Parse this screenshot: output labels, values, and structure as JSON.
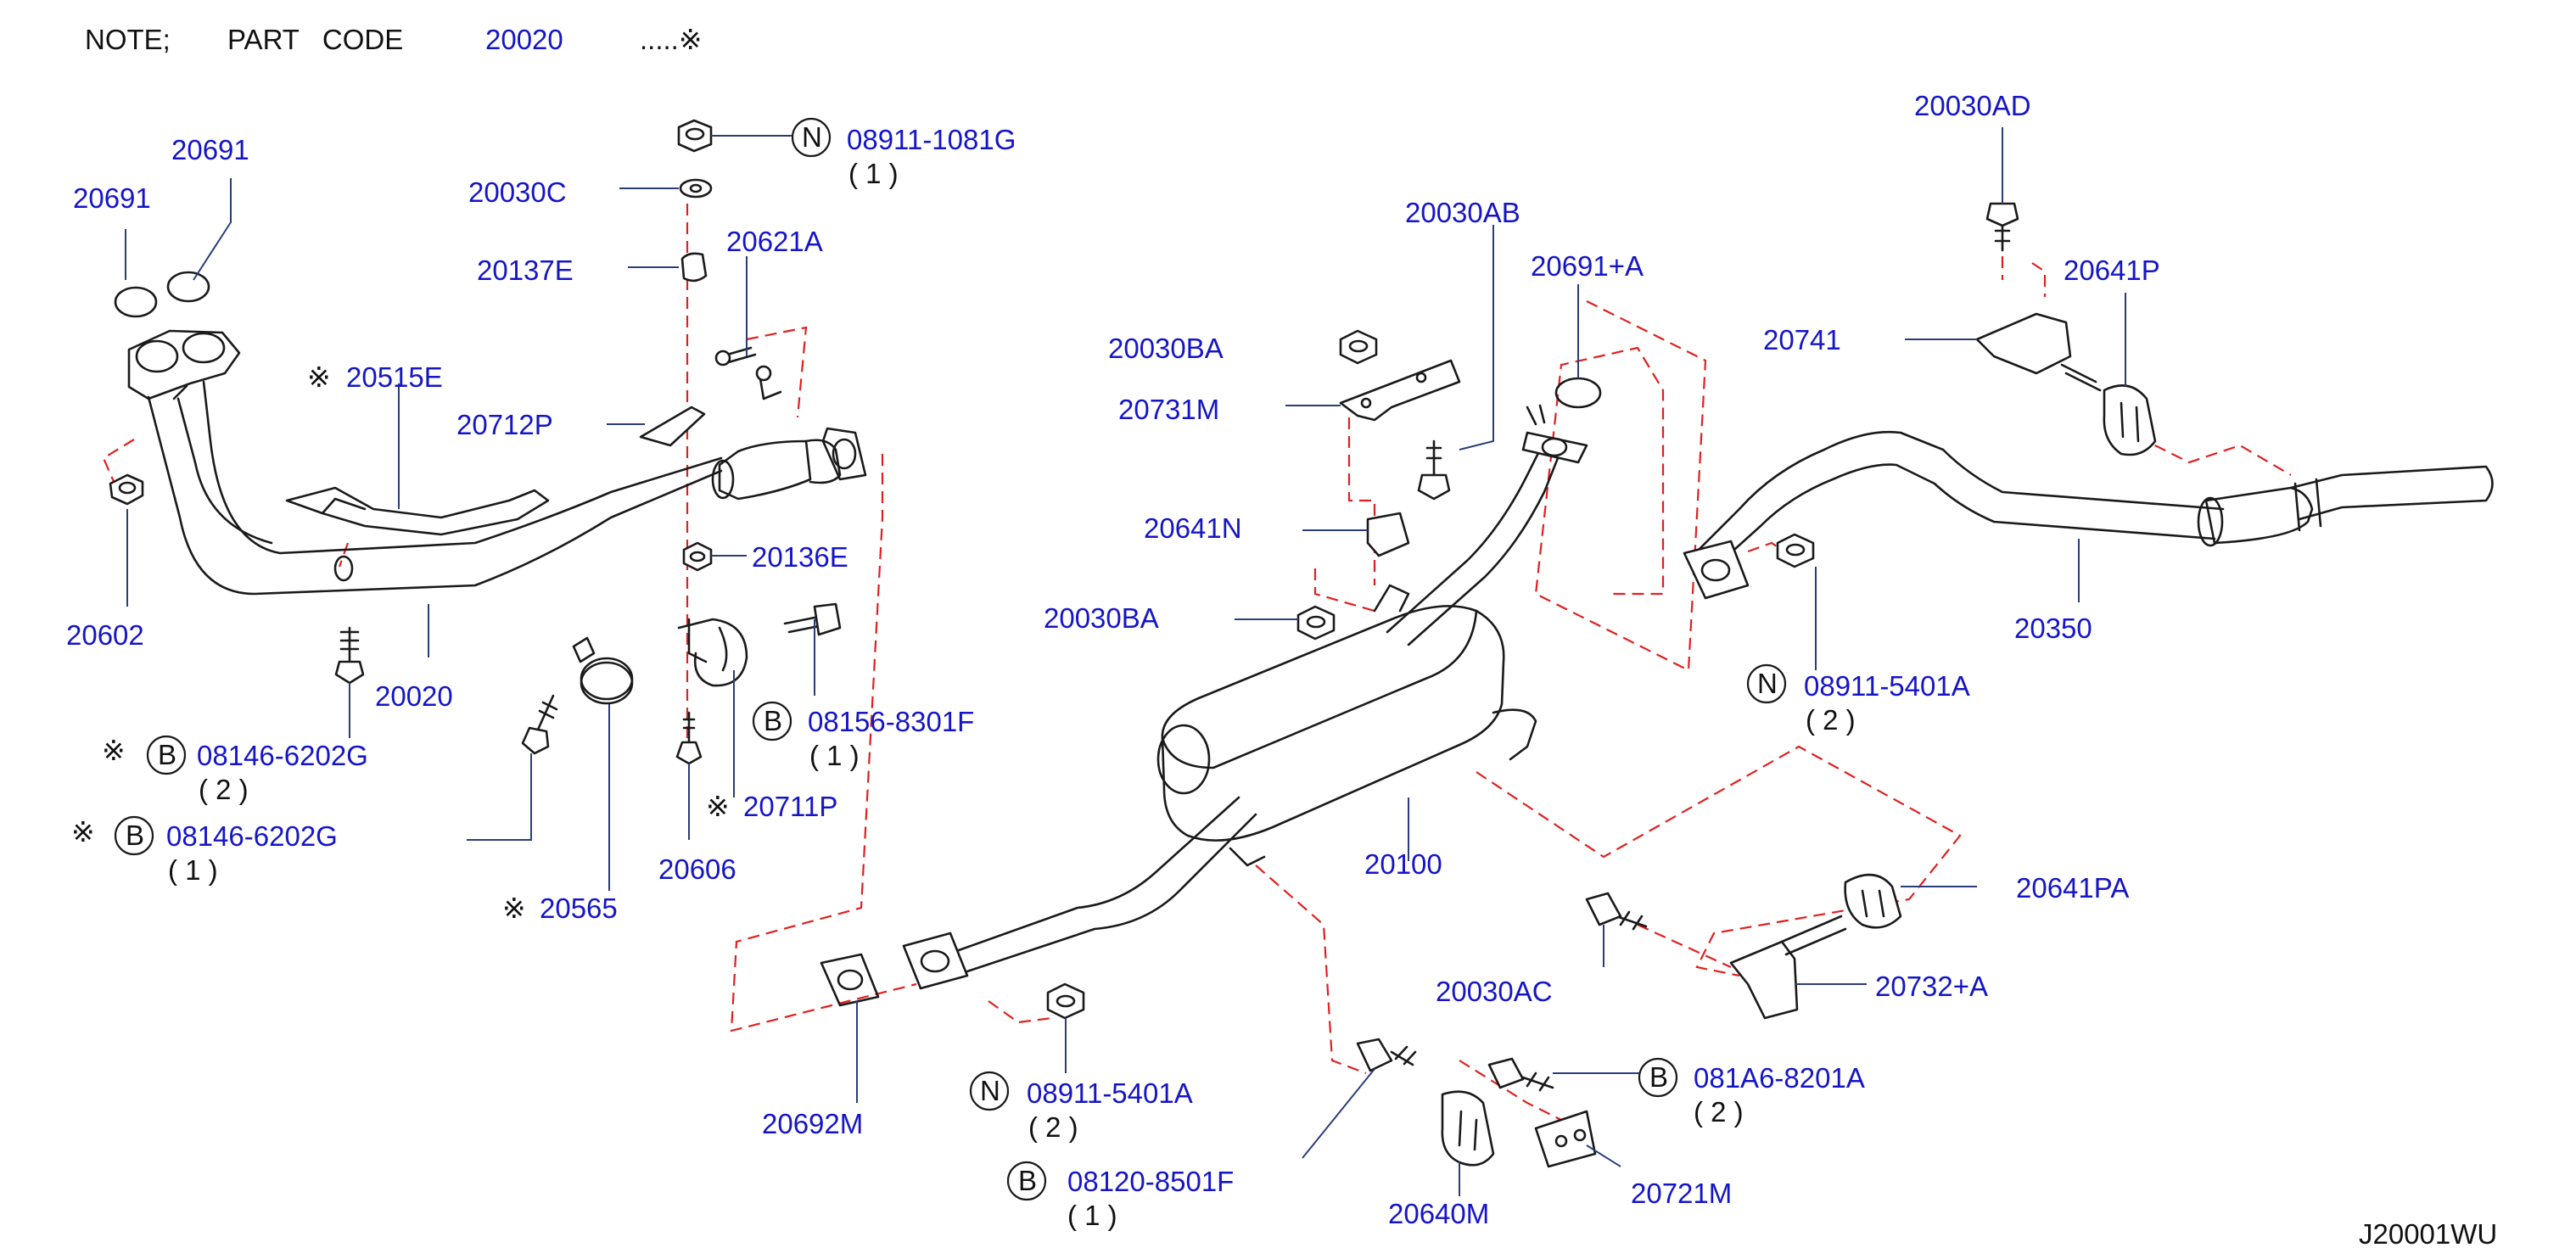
{
  "note": {
    "prefix": "NOTE;",
    "part_code_label": "PART   CODE",
    "part_code": "20020",
    "suffix": ".....※"
  },
  "diagram_code": "J20001WU",
  "colors": {
    "label": "#1515c8",
    "leader": "#2a3d7a",
    "dashed_guide": "#e02020",
    "lines": "#1a1a1a"
  },
  "labels": {
    "p20691a": "20691",
    "p20691b": "20691",
    "p20602": "20602",
    "star_20515e": "※",
    "p20515e": "20515E",
    "p20020": "20020",
    "star_b1": "※",
    "b1_letter": "B",
    "b1_code": "08146-6202G",
    "b1_qty": "( 2 )",
    "star_b2": "※",
    "b2_letter": "B",
    "b2_code": "08146-6202G",
    "b2_qty": "( 1 )",
    "star_20565": "※",
    "p20565": "20565",
    "n1_letter": "N",
    "n1_code": "08911-1081G",
    "n1_qty": "( 1 )",
    "p20030c": "20030C",
    "p20137e": "20137E",
    "p20621a": "20621A",
    "p20712p": "20712P",
    "p20136e": "20136E",
    "b3_letter": "B",
    "b3_code": "08156-8301F",
    "b3_qty": "( 1 )",
    "star_20711p": "※",
    "p20711p": "20711P",
    "p20606": "20606",
    "p20030ab": "20030AB",
    "p20691a_plus": "20691+A",
    "p20030ba_1": "20030BA",
    "p20731m": "20731M",
    "p20641n": "20641N",
    "p20030ba_2": "20030BA",
    "p20100": "20100",
    "p20692m": "20692M",
    "n2_letter": "N",
    "n2_code": "08911-5401A",
    "n2_qty": "( 2 )",
    "b4_letter": "B",
    "b4_code": "08120-8501F",
    "b4_qty": "( 1 )",
    "p20640m": "20640M",
    "p20721m": "20721M",
    "b5_letter": "B",
    "b5_code": "081A6-8201A",
    "b5_qty": "( 2 )",
    "p20030ac": "20030AC",
    "p20732a": "20732+A",
    "p20641pa": "20641PA",
    "p20030ad": "20030AD",
    "p20741": "20741",
    "p20641p": "20641P",
    "p20350": "20350",
    "n3_letter": "N",
    "n3_code": "08911-5401A",
    "n3_qty": "( 2 )"
  }
}
